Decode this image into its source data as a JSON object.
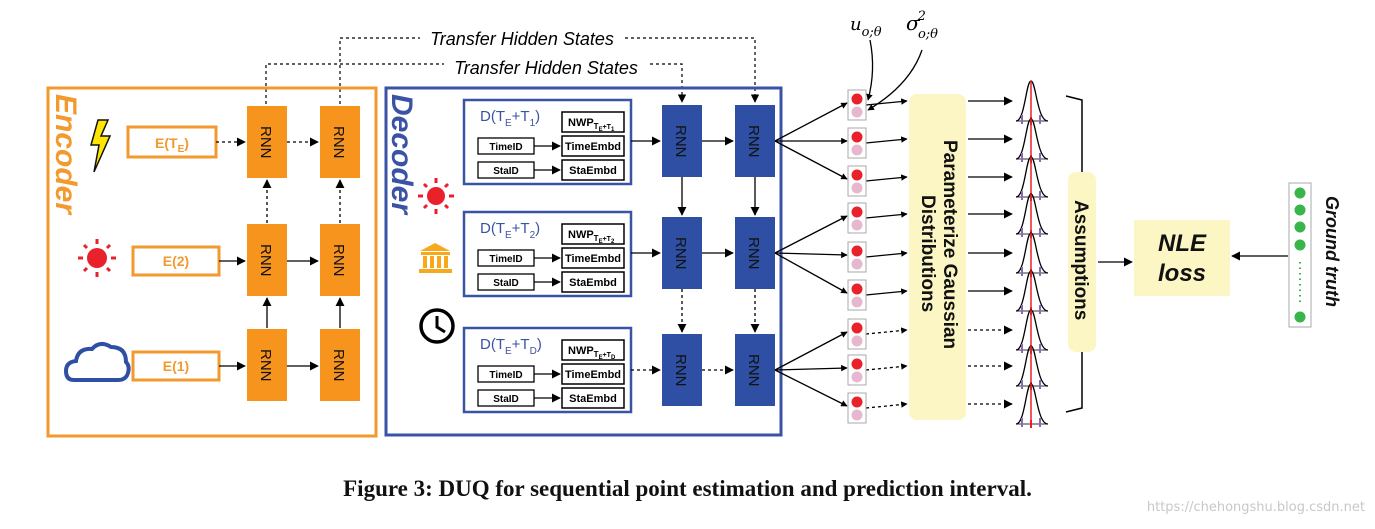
{
  "labels": {
    "transfer_top": "Transfer Hidden States",
    "transfer_mid": "Transfer Hidden States",
    "encoder": "Encoder",
    "decoder": "Decoder",
    "rnn": "RNN",
    "enc_inputs": [
      "E(T",
      "E(2)",
      "E(1)"
    ],
    "enc_input_sub": "E",
    "enc_input_close": ")",
    "dec_blocks": [
      {
        "d": "D(T",
        "d_sub1": "E",
        "d_plus": "+T",
        "d_sub2": "1",
        "d_close": ")",
        "nwp": "NWP",
        "nwp_sub": "T",
        "nwp_sub2": "E",
        "nwp_sub3": "+T",
        "nwp_sub4": "1"
      },
      {
        "d": "D(T",
        "d_sub1": "E",
        "d_plus": "+T",
        "d_sub2": "2",
        "d_close": ")",
        "nwp": "NWP",
        "nwp_sub": "T",
        "nwp_sub2": "E",
        "nwp_sub3": "+T",
        "nwp_sub4": "2"
      },
      {
        "d": "D(T",
        "d_sub1": "E",
        "d_plus": "+T",
        "d_sub2": "D",
        "d_close": ")",
        "nwp": "NWP",
        "nwp_sub": "T",
        "nwp_sub2": "E",
        "nwp_sub3": "+T",
        "nwp_sub4": "D"
      }
    ],
    "timeid": "TimeID",
    "staid": "StaID",
    "timeembd": "TimeEmbd",
    "staembd": "StaEmbd",
    "mu": "u",
    "mu_sub": "o;θ",
    "sigma": "σ",
    "sigma_sup": "2",
    "sigma_sub": "o;θ",
    "param_line1": "Parameterize  Gaussian",
    "param_line2": "Distributions",
    "assumptions": "Assumptions",
    "nle_line1": "NLE",
    "nle_line2": "loss",
    "ground_truth": "Ground truth"
  },
  "icons": {
    "lightning": "lightning-icon",
    "sun": "sun-icon",
    "cloud": "cloud-icon",
    "bank": "bank-icon",
    "clock": "clock-icon"
  },
  "colors": {
    "encoder": "#f29a2e",
    "decoder": "#3a53a4",
    "rnn_enc": "#f7941d",
    "rnn_dec": "#2e4fa3",
    "yellow_box": "#fbf6c4",
    "dot_red": "#e8212b",
    "dot_pink": "#e6b8cf",
    "dot_green": "#39b54a"
  },
  "caption": "Figure 3: DUQ for sequential point estimation and prediction interval.",
  "watermark": "https://chehongshu.blog.csdn.net"
}
